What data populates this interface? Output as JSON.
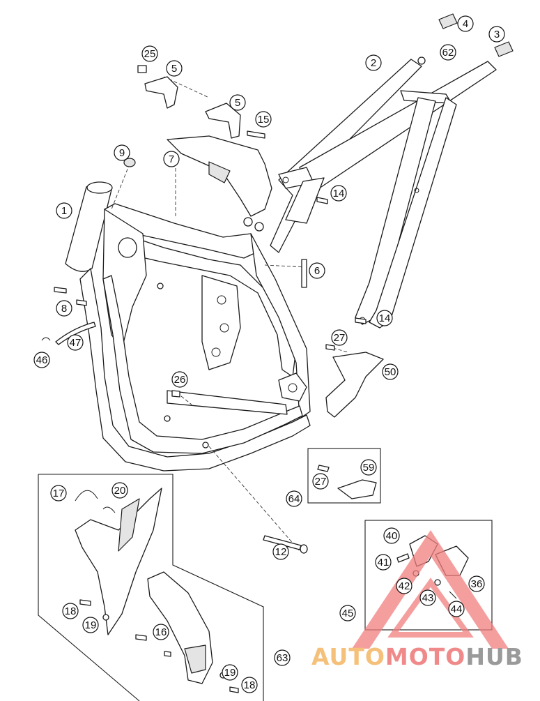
{
  "diagram": {
    "callouts": [
      {
        "id": "c1",
        "label": "1"
      },
      {
        "id": "c2",
        "label": "2"
      },
      {
        "id": "c3",
        "label": "3"
      },
      {
        "id": "c4",
        "label": "4"
      },
      {
        "id": "c5a",
        "label": "5"
      },
      {
        "id": "c5b",
        "label": "5"
      },
      {
        "id": "c6",
        "label": "6"
      },
      {
        "id": "c7",
        "label": "7"
      },
      {
        "id": "c8",
        "label": "8"
      },
      {
        "id": "c9",
        "label": "9"
      },
      {
        "id": "c12",
        "label": "12"
      },
      {
        "id": "c14a",
        "label": "14"
      },
      {
        "id": "c14b",
        "label": "14"
      },
      {
        "id": "c15",
        "label": "15"
      },
      {
        "id": "c16",
        "label": "16"
      },
      {
        "id": "c17",
        "label": "17"
      },
      {
        "id": "c18a",
        "label": "18"
      },
      {
        "id": "c18b",
        "label": "18"
      },
      {
        "id": "c19a",
        "label": "19"
      },
      {
        "id": "c19b",
        "label": "19"
      },
      {
        "id": "c20",
        "label": "20"
      },
      {
        "id": "c25",
        "label": "25"
      },
      {
        "id": "c26",
        "label": "26"
      },
      {
        "id": "c27a",
        "label": "27"
      },
      {
        "id": "c27b",
        "label": "27"
      },
      {
        "id": "c36",
        "label": "36"
      },
      {
        "id": "c40",
        "label": "40"
      },
      {
        "id": "c41",
        "label": "41"
      },
      {
        "id": "c42",
        "label": "42"
      },
      {
        "id": "c43",
        "label": "43"
      },
      {
        "id": "c44",
        "label": "44"
      },
      {
        "id": "c45",
        "label": "45"
      },
      {
        "id": "c46",
        "label": "46"
      },
      {
        "id": "c47",
        "label": "47"
      },
      {
        "id": "c50",
        "label": "50"
      },
      {
        "id": "c59",
        "label": "59"
      },
      {
        "id": "c62",
        "label": "62"
      },
      {
        "id": "c63",
        "label": "63"
      },
      {
        "id": "c64",
        "label": "64"
      }
    ]
  },
  "watermark": {
    "part1": "AUTO",
    "part2": "MOTO",
    "part3": "HUB",
    "color_auto": "#f5c07a",
    "color_moto": "#f08a8a",
    "color_hub": "#9a9a9a",
    "triangle_color": "#f27e7e"
  }
}
